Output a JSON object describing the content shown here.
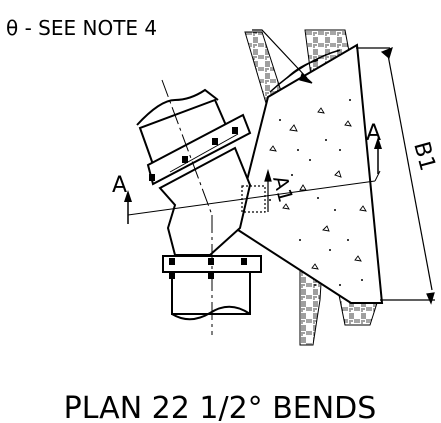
{
  "drawing": {
    "note_label": "θ - SEE NOTE 4",
    "section_mark_left": "A",
    "section_mark_right": "A",
    "dimension_a1": "A1",
    "dimension_b1": "B1",
    "caption": "PLAN 22 1/2° BENDS"
  }
}
